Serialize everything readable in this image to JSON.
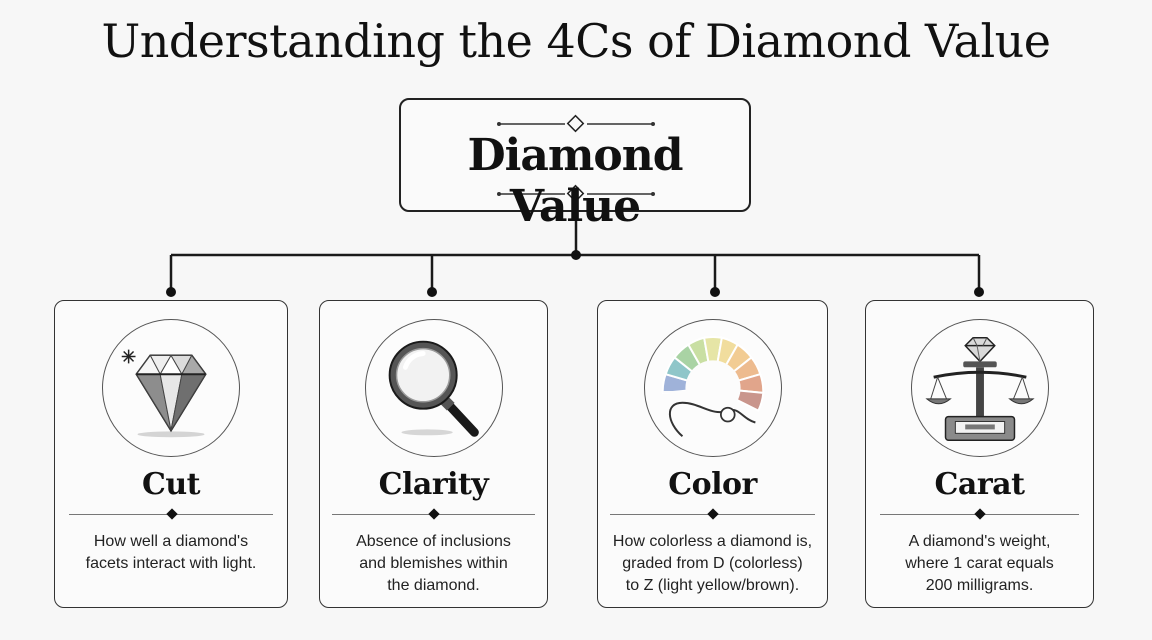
{
  "title": "Understanding the 4Cs of Diamond Value",
  "root": {
    "label": "Diamond Value"
  },
  "cards": [
    {
      "id": "cut",
      "title": "Cut",
      "icon": "diamond-icon",
      "description": "How well a diamond's\nfacets interact with light."
    },
    {
      "id": "clarity",
      "title": "Clarity",
      "icon": "magnifying-glass-icon",
      "description": "Absence of inclusions\nand blemishes within\nthe diamond."
    },
    {
      "id": "color",
      "title": "Color",
      "icon": "color-scale-icon",
      "description": "How colorless a diamond is,\ngraded from D (colorless)\nto Z (light yellow/brown)."
    },
    {
      "id": "carat",
      "title": "Carat",
      "icon": "scale-icon",
      "description": "A diamond's weight,\nwhere 1 carat equals\n200 milligrams."
    }
  ]
}
